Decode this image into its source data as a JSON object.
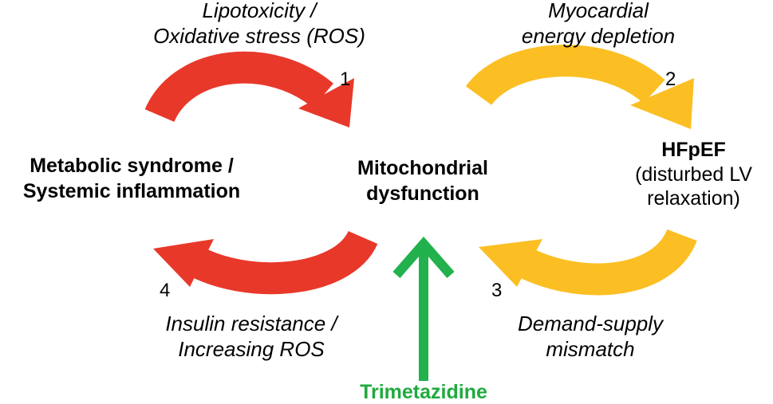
{
  "colors": {
    "red_arrow": "#e8382a",
    "yellow_arrow": "#fbbf24",
    "green_arrow": "#22b14c",
    "trimetazidine_text": "#1faa3e"
  },
  "labels": {
    "top_left": [
      "Lipotoxicity /",
      "Oxidative stress (ROS)"
    ],
    "top_right": [
      "Myocardial",
      "energy depletion"
    ],
    "bottom_left": [
      "Insulin resistance /",
      "Increasing ROS"
    ],
    "bottom_right": [
      "Demand-supply",
      "mismatch"
    ]
  },
  "nodes": {
    "left": [
      "Metabolic syndrome /",
      "Systemic inflammation"
    ],
    "center": [
      "Mitochondrial",
      "dysfunction"
    ],
    "right_title": "HFpEF",
    "right_sub": [
      "(disturbed  LV",
      "relaxation)"
    ]
  },
  "numbers": {
    "n1": "1",
    "n2": "2",
    "n3": "3",
    "n4": "4"
  },
  "treatment": "Trimetazidine"
}
